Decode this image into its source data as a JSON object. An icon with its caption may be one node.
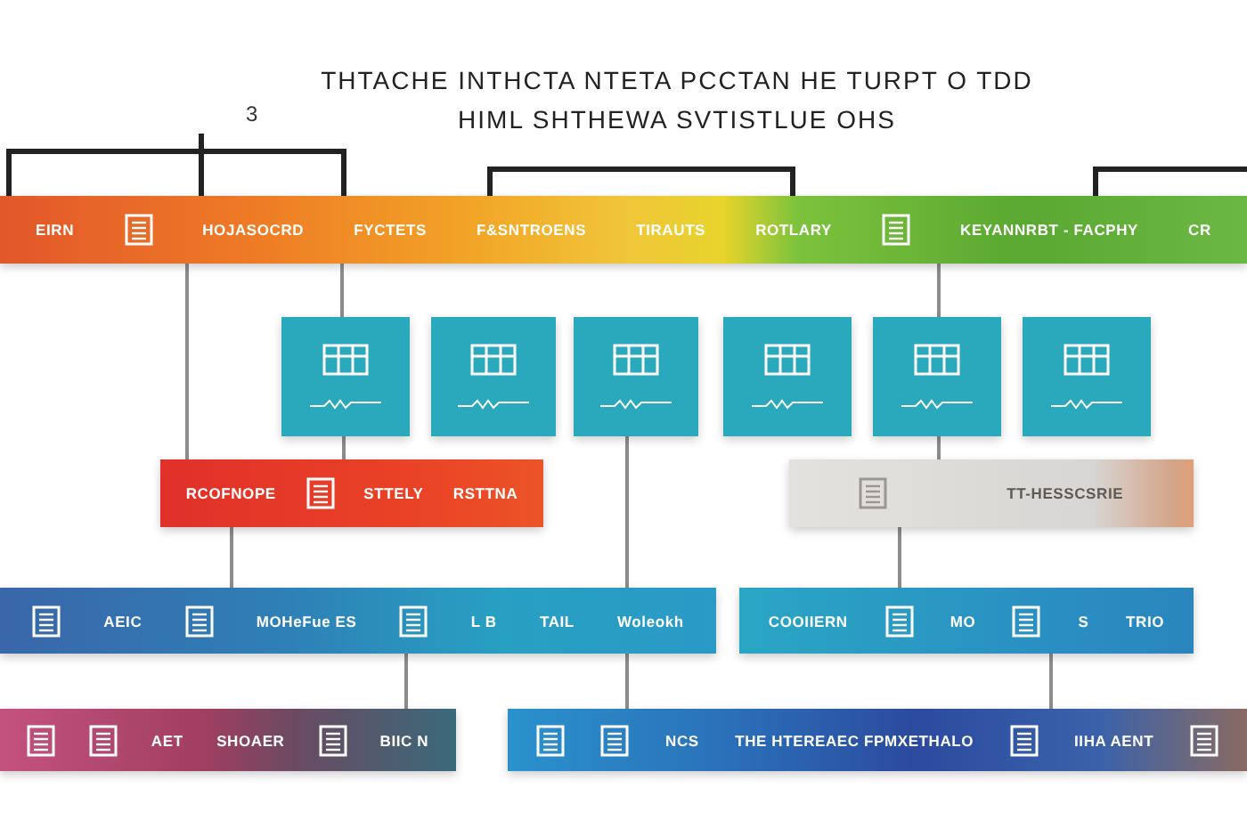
{
  "diagram": {
    "title": "THTACHE INTHCTA NTETA PCCTAN HE TURPT O TDD HIML SHTHEWA SVTISTLUE OHS",
    "nodes": [
      {
        "text": [
          "EIRN",
          "HOJASOCRD",
          "FYCTETS",
          "F&SNTROENS",
          "TIRAUTS",
          "ROTLARY",
          "KEYANNRBT - FACPHY",
          "CR"
        ]
      },
      {
        "text": [],
        "shape": "box"
      },
      {
        "text": [],
        "shape": "box"
      },
      {
        "text": [],
        "shape": "box"
      },
      {
        "text": [],
        "shape": "box"
      },
      {
        "text": [],
        "shape": "box"
      },
      {
        "text": [],
        "shape": "box"
      },
      {
        "text": [
          "RCOFNOPE",
          "STTELY",
          "RSTTNA"
        ]
      },
      {
        "text": [
          "TT-HESSCSRIE"
        ]
      },
      {
        "text": [
          "AEIC",
          "MOHeFue ES",
          "L B",
          "TAIL",
          "Woleokh"
        ]
      },
      {
        "text": [
          "COOIIERN",
          "MO",
          "S",
          "TRIO"
        ]
      },
      {
        "text": [
          "AET",
          "SHOAER",
          "BIIC N"
        ]
      },
      {
        "text": [
          "NCS",
          "THE HTEREAEC FPMXETHALO",
          "IIHA AENT"
        ]
      }
    ],
    "edges": [
      {
        "from": 0,
        "to": 7,
        "arrow": "none"
      },
      {
        "from": 0,
        "to": 1,
        "arrow": "none"
      },
      {
        "from": 0,
        "to": 5,
        "arrow": "none"
      },
      {
        "from": 1,
        "to": 7,
        "arrow": "none"
      },
      {
        "from": 3,
        "to": 9,
        "arrow": "none"
      },
      {
        "from": 5,
        "to": 8,
        "arrow": "none"
      },
      {
        "from": 7,
        "to": 9,
        "arrow": "none"
      },
      {
        "from": 8,
        "to": 10,
        "arrow": "none"
      },
      {
        "from": 9,
        "to": 11,
        "arrow": "none"
      },
      {
        "from": 9,
        "to": 12,
        "arrow": "none"
      },
      {
        "from": 10,
        "to": 12,
        "arrow": "none"
      }
    ],
    "labels": [
      "3"
    ]
  }
}
